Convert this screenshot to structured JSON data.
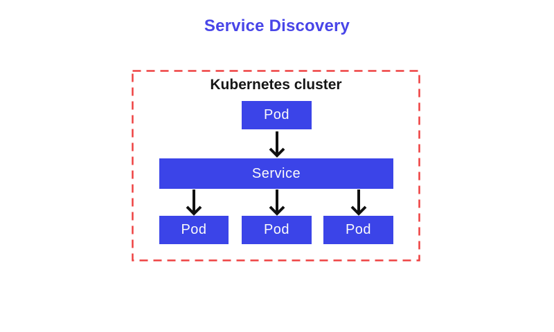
{
  "title": "Service Discovery",
  "cluster": {
    "label": "Kubernetes cluster"
  },
  "nodes": {
    "top_pod": "Pod",
    "service": "Service",
    "bottom_pods": [
      "Pod",
      "Pod",
      "Pod"
    ]
  },
  "colors": {
    "title_text": "#4845e8",
    "node_fill": "#3b44e8",
    "node_text": "#fafafa",
    "cluster_border": "#ee4040",
    "cluster_label": "#161616",
    "arrow": "#101010",
    "background": "#ffffff"
  }
}
